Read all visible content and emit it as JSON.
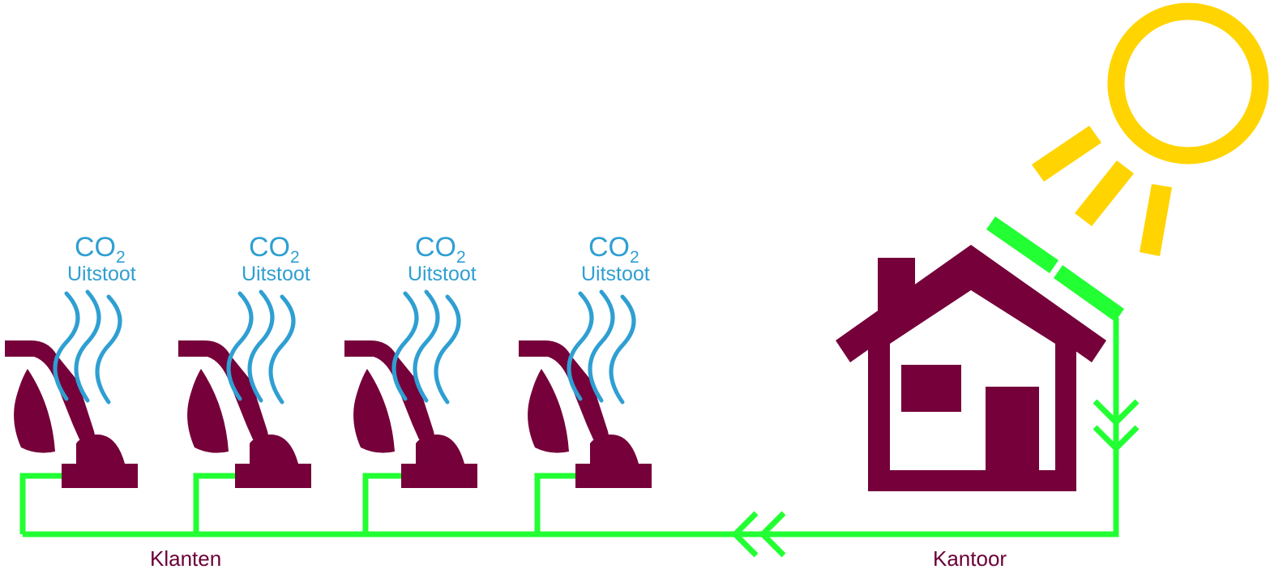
{
  "colors": {
    "maroon": "#75003a",
    "green": "#22ff33",
    "blue": "#2f9fd2",
    "sun": "#ffd400"
  },
  "emission": {
    "co2": "CO",
    "subscript": "2",
    "label": "Uitstoot"
  },
  "customers": {
    "label": "Klanten",
    "count": 4,
    "icon": "iron-icon"
  },
  "office": {
    "label": "Kantoor",
    "icon": "house-icon"
  },
  "energy_source": {
    "icon": "sun-icon",
    "panels_icon": "solar-panel-icon"
  }
}
